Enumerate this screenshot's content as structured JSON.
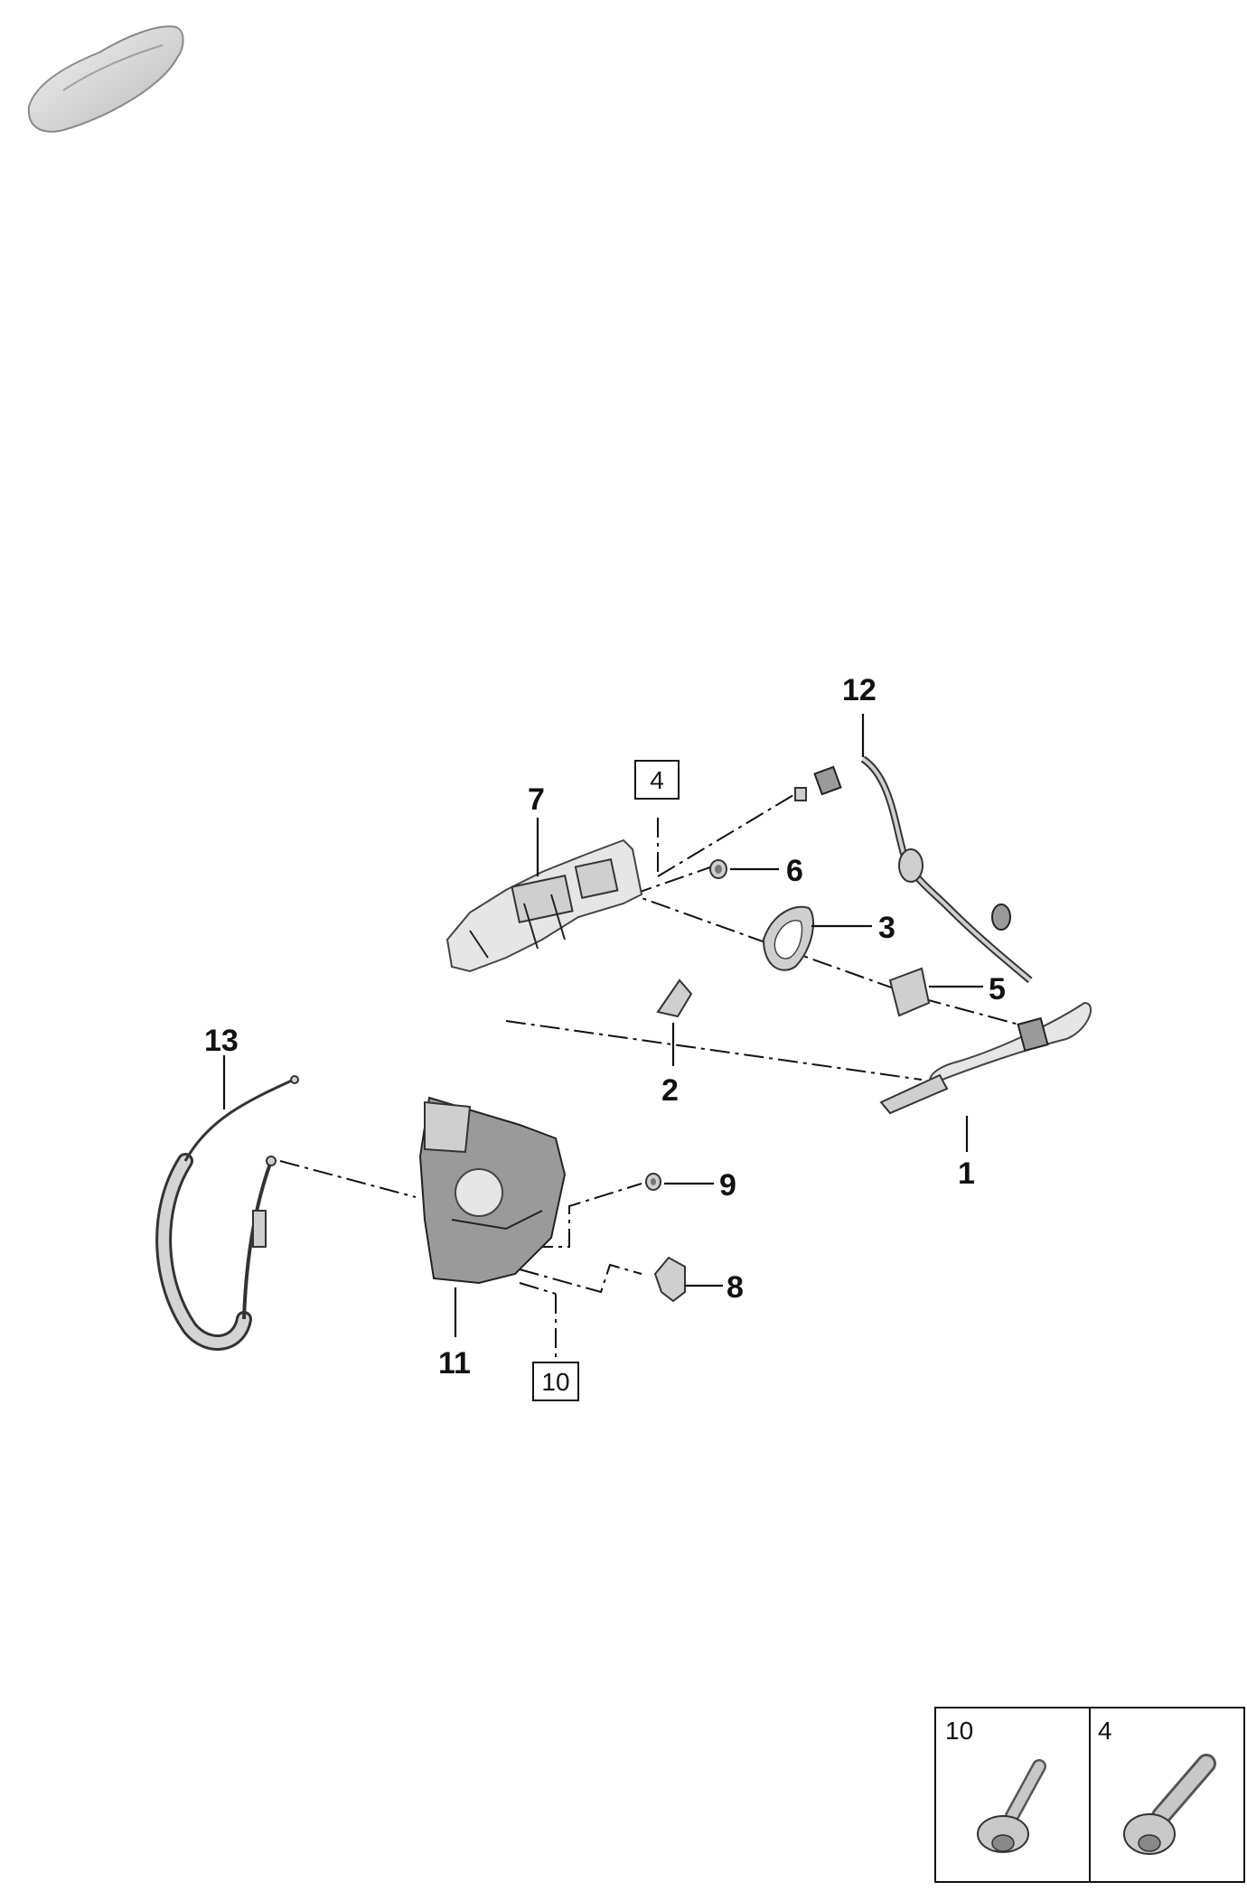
{
  "callouts": {
    "c1": "1",
    "c2": "2",
    "c3": "3",
    "c5": "5",
    "c6": "6",
    "c7": "7",
    "c8": "8",
    "c9": "9",
    "c11": "11",
    "c12": "12",
    "c13": "13"
  },
  "boxed_refs": {
    "b4": "4",
    "b10": "10"
  },
  "legend": [
    {
      "label": "10",
      "icon": "screw-10-icon"
    },
    {
      "label": "4",
      "icon": "screw-4-icon"
    }
  ],
  "icons": {
    "thumbnail": "car-silhouette-icon"
  }
}
